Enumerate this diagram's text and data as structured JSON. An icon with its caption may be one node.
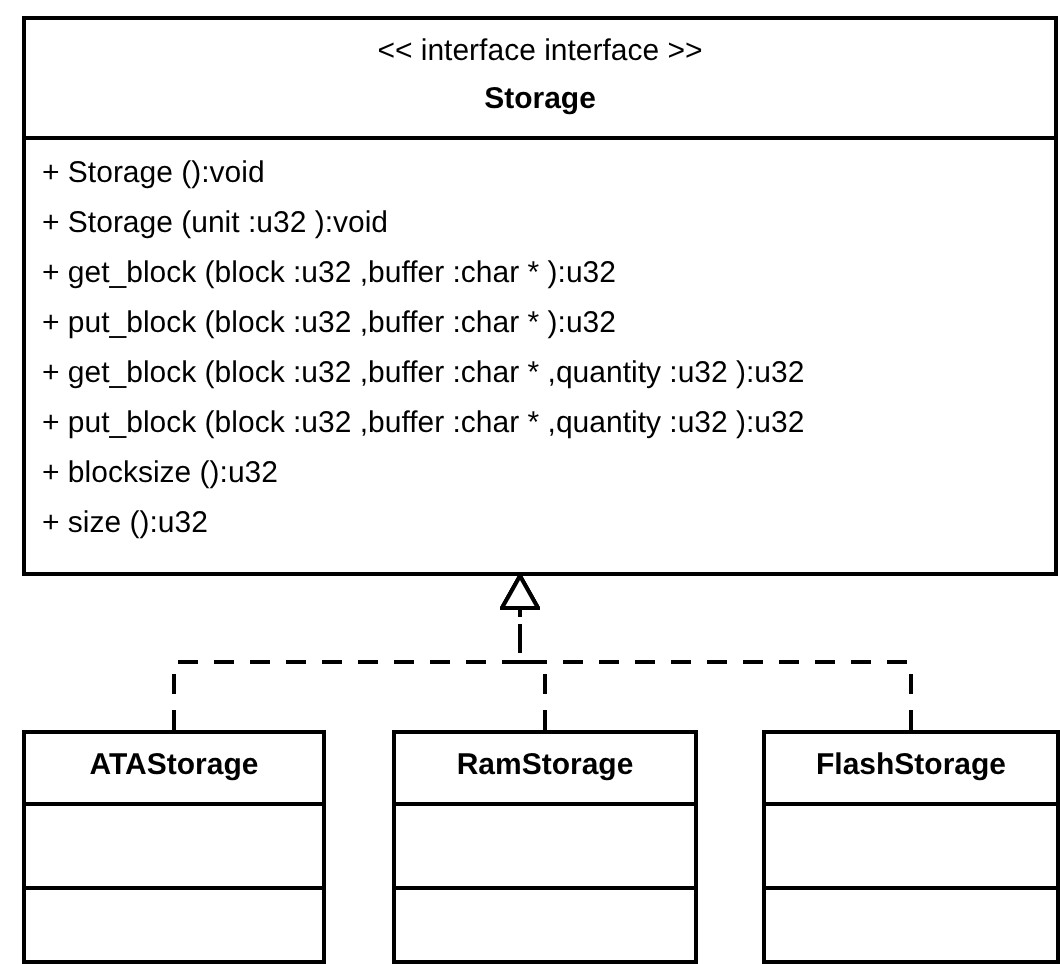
{
  "diagram": {
    "nodes": [
      {
        "text": [
          "<< interface interface >>",
          "Storage",
          "+ Storage ():void",
          "+ Storage (unit :u32 ):void",
          "+ get_block (block :u32 ,buffer :char * ):u32",
          "+ put_block (block :u32 ,buffer :char * ):u32",
          "+ get_block (block :u32 ,buffer :char * ,quantity :u32 ):u32",
          "+ put_block (block :u32 ,buffer :char * ,quantity :u32 ):u32",
          "+ blocksize ():u32",
          "+ size ():u32"
        ]
      },
      {
        "text": [
          "ATAStorage"
        ]
      },
      {
        "text": [
          "RamStorage"
        ]
      },
      {
        "text": [
          "FlashStorage"
        ]
      }
    ],
    "edges": [
      {
        "from": 1,
        "to": 0,
        "arrow": "to",
        "style": "dashed"
      },
      {
        "from": 2,
        "to": 0,
        "arrow": "to",
        "style": "dashed"
      },
      {
        "from": 3,
        "to": 0,
        "arrow": "to",
        "style": "dashed"
      }
    ]
  }
}
